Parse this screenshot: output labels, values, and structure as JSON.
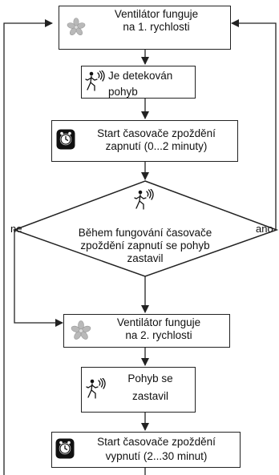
{
  "nodes": {
    "fan_speed1": {
      "line1": "Ventilátor funguje",
      "line2": "na 1. rychlosti",
      "icon": "fan-icon"
    },
    "motion_detected": {
      "line1": "Je detekován",
      "line2": "pohyb",
      "icon": "motion-sensor-icon"
    },
    "timer_on_start": {
      "line1": "Start časovače zpoždění",
      "line2": "zapnutí (0...2 minuty)",
      "icon": "timer-clock-icon"
    },
    "decision": {
      "line1": "Během fungování časovače",
      "line2": "zpoždění zapnutí se pohyb",
      "line3": "zastavil",
      "icon": "motion-sensor-icon"
    },
    "fan_speed2": {
      "line1": "Ventilátor funguje",
      "line2": "na 2. rychlosti",
      "icon": "fan-icon"
    },
    "motion_stopped": {
      "line1": "Pohyb se",
      "line2": "zastavil",
      "icon": "motion-sensor-icon"
    },
    "timer_off_start": {
      "line1": "Start časovače zpoždění",
      "line2": "vypnutí (2...30 minut)",
      "icon": "timer-clock-icon"
    }
  },
  "edges": {
    "no_label": "ne",
    "yes_label": "ano"
  },
  "colors": {
    "line": "#222222",
    "fan": "#b9b9b9",
    "icon_dark": "#111111"
  }
}
